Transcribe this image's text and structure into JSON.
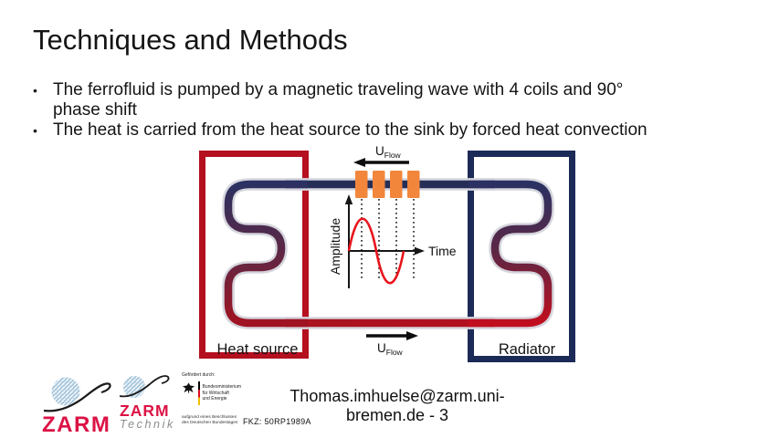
{
  "slide": {
    "title": "Techniques and Methods",
    "bullet_char": "•",
    "bullets": [
      "The ferrofluid is pumped by a magnetic traveling wave with 4 coils and 90°\nphase shift",
      "The heat is carried from the heat source to the sink by forced heat convection"
    ]
  },
  "diagram": {
    "heat_source_label": "Heat source",
    "radiator_label": "Radiator",
    "u_flow": {
      "base": "U",
      "sub": "Flow"
    },
    "plot": {
      "ylabel": "Amplitude",
      "xlabel": "Time"
    },
    "coil_count": 4,
    "colors": {
      "hot_pipe": "#a81320",
      "cold_pipe": "#262e58",
      "heat_source_border": "#b5101f",
      "radiator_border": "#1c2a58",
      "coil": "#f2863b",
      "sine_wave": "#e8141c"
    }
  },
  "footer": {
    "zarm_logo_text": "ZARM",
    "zarm_technik": {
      "name": "ZARM",
      "subtitle": "Technik"
    },
    "ministry": {
      "funded_by": "Gefördert durch:",
      "name": "Bundesministerium\nfür Wirtschaft\nund Energie",
      "note": "aufgrund eines Beschlusses\ndes Deutschen Bundestages"
    },
    "fkz": "FKZ: 50RP1989A",
    "contact": {
      "line1": "Thomas.imhuelse@zarm.uni-",
      "line2": "bremen.de - 3"
    },
    "colors": {
      "zarm_red": "#dc1245",
      "globe_blue": "#a9c8dd"
    }
  }
}
